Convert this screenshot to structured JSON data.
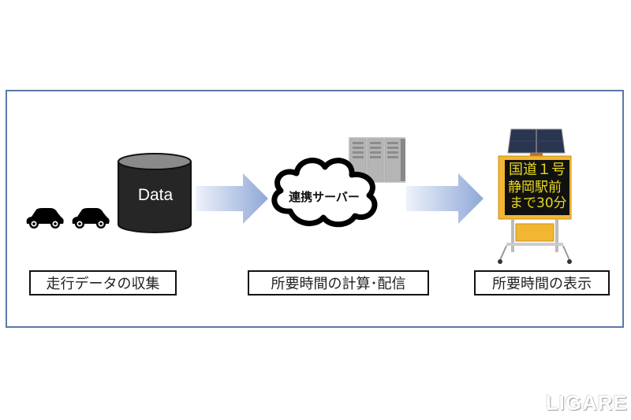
{
  "diagram": {
    "database_label": "Data",
    "server_label": "連携サーバー",
    "sign": {
      "line1": "国道１号",
      "line2": "静岡駅前",
      "line3": "まで30分"
    },
    "steps": [
      {
        "label": "走行データの収集"
      },
      {
        "label": "所要時間の計算･配信"
      },
      {
        "label": "所要時間の表示"
      }
    ],
    "icons": [
      "car-icon",
      "car-icon",
      "database-icon",
      "arrow-right-icon",
      "cloud-icon",
      "server-rack-icon",
      "arrow-right-icon",
      "solar-message-sign-icon"
    ],
    "colors": {
      "frame_border": "#5a79a6",
      "arrow_start": "#e8eef8",
      "arrow_end": "#8fa8d8",
      "sign_panel": "#f2b632",
      "sign_text": "#e8d81e"
    }
  },
  "watermark": "LIGARE"
}
